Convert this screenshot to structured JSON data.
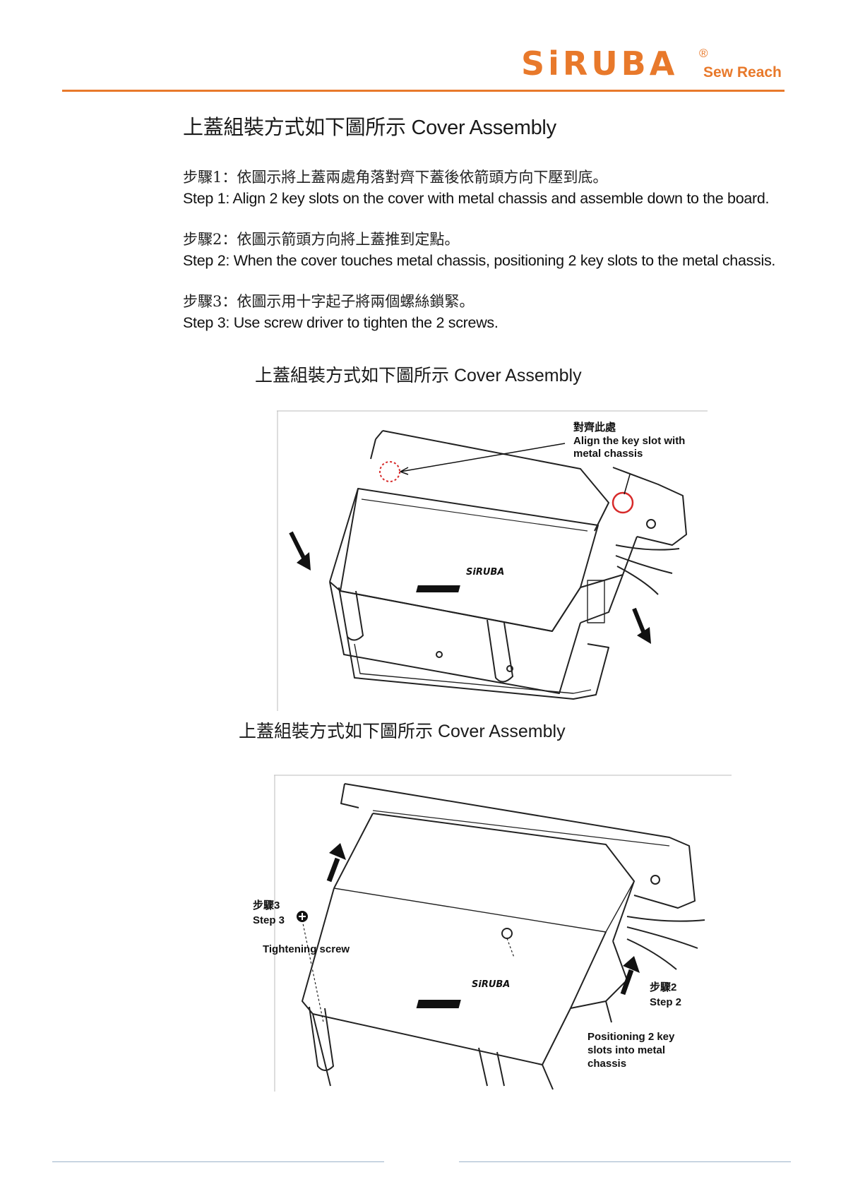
{
  "header": {
    "brand": "SiRUBA",
    "registered_mark": "®",
    "tagline": "Sew Reach",
    "accent_color": "#e8792b"
  },
  "page": {
    "heading": "上蓋組裝方式如下圖所示 Cover Assembly"
  },
  "steps": [
    {
      "zh": "步驟1：依圖示將上蓋兩處角落對齊下蓋後依箭頭方向下壓到底。",
      "en": "Step 1: Align 2 key slots on the cover with metal chassis and assemble down to the board."
    },
    {
      "zh": "步驟2：依圖示箭頭方向將上蓋推到定點。",
      "en": "Step 2: When the cover touches metal chassis, positioning 2 key slots to the metal chassis."
    },
    {
      "zh": "步驟3：依圖示用十字起子將兩個螺絲鎖緊。",
      "en": "Step 3: Use screw driver to tighten the 2 screws."
    }
  ],
  "figure1": {
    "title_zh": "上蓋組裝方式如下圖所示",
    "title_en": "Cover Assembly",
    "callout_zh": "對齊此處",
    "callout_en_1": "Align the key slot with",
    "callout_en_2": "metal chassis",
    "device_logo": "SiRUBA"
  },
  "figure2": {
    "title_zh": "上蓋組裝方式如下圖所示",
    "title_en": "Cover Assembly",
    "step3_zh": "步驟3",
    "step3_en": "Step 3",
    "screw_label": "Tightening screw",
    "step2_zh": "步驟2",
    "step2_en": "Step 2",
    "positioning_1": "Positioning 2 key",
    "positioning_2": "slots into metal",
    "positioning_3": "chassis",
    "device_logo": "SiRUBA"
  },
  "icons": {
    "arrow": "arrow-icon",
    "screw": "screw-icon",
    "highlight": "circle-highlight-icon"
  }
}
